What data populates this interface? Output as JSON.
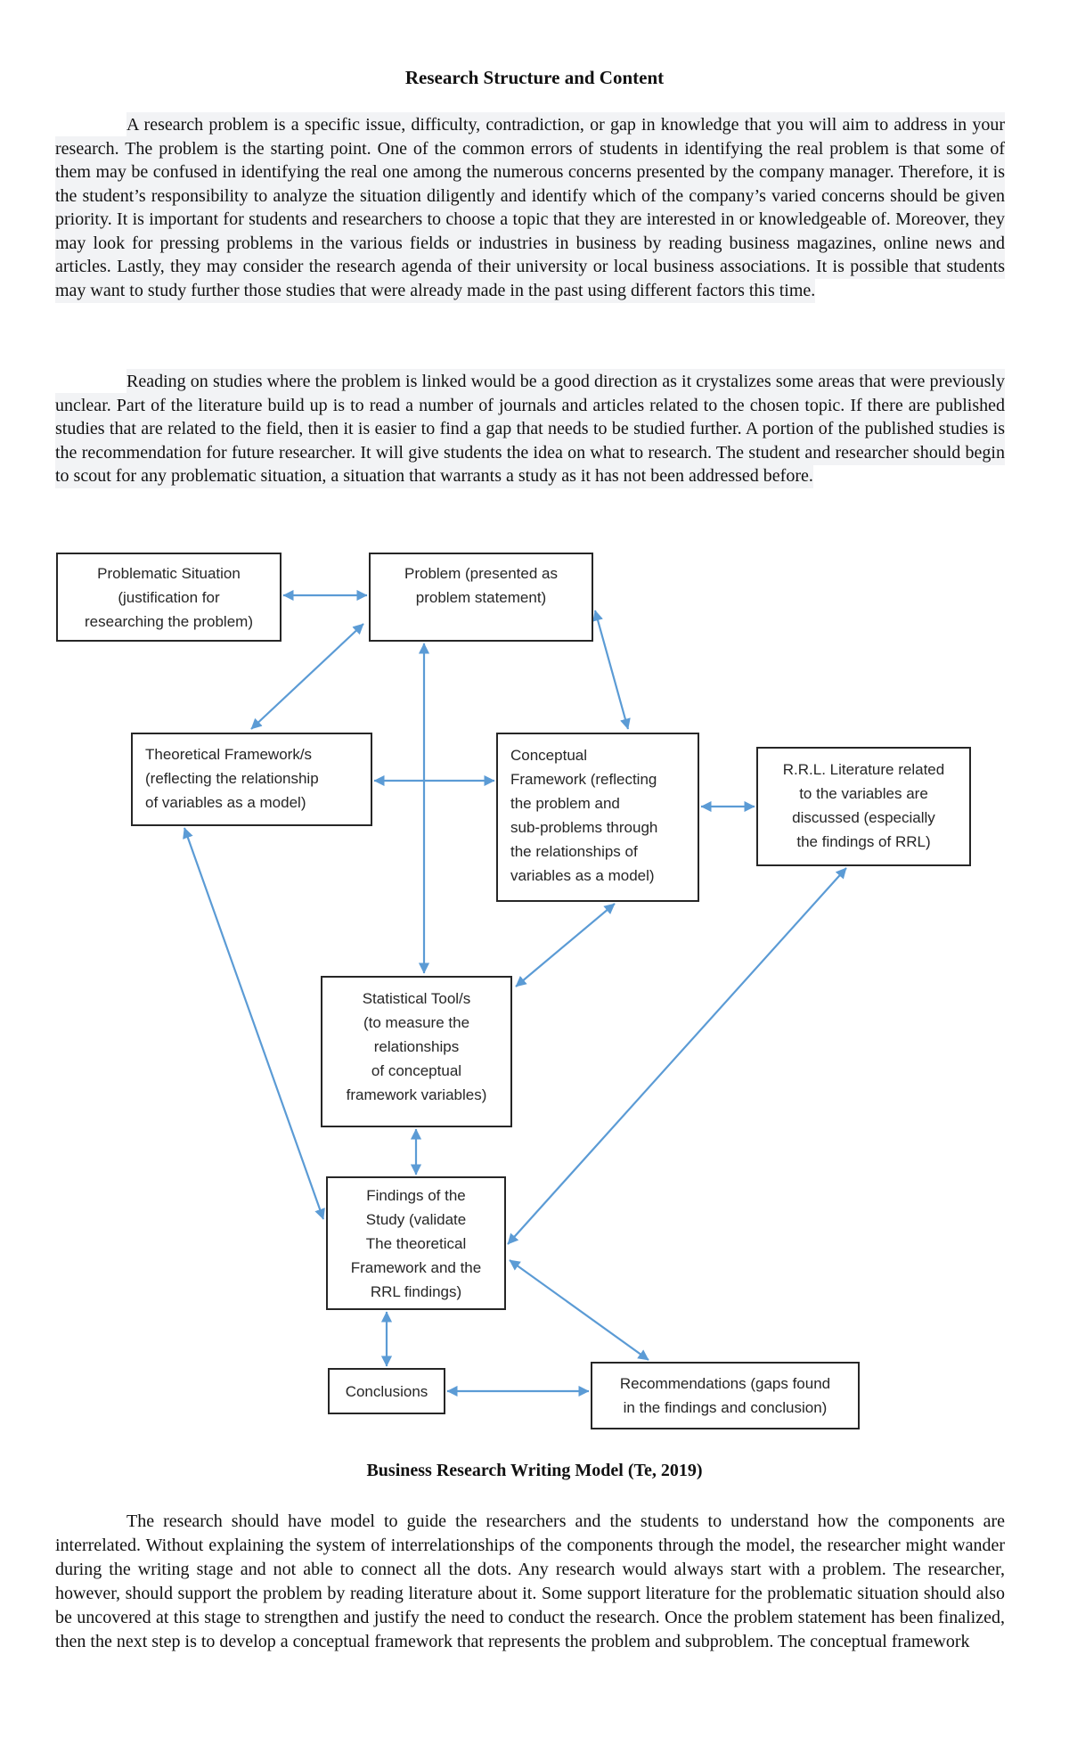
{
  "doc": {
    "title": "Research Structure and Content",
    "paragraphs": [
      "A research problem is a specific issue, difficulty, contradiction, or gap in knowledge that you will aim to address in your research. The problem is the starting point. One of the common errors of students in identifying the real problem is that some of them may be confused in identifying the real one among the numerous concerns presented by the company manager. Therefore, it is the student’s responsibility to analyze the situation diligently and identify which of the company’s varied concerns should be given priority. It is important for students and researchers to choose a topic that they are interested in or knowledgeable of. Moreover, they may look for pressing problems in the various fields or industries in business by reading business magazines, online news and articles. Lastly, they may consider the research agenda of their university or local business associations. It is possible that students may want to study further those studies that were already made in the past using different factors this time.",
      "Reading on studies where the problem is linked would be a good direction as it crystalizes some areas that were previously unclear. Part of the literature build up is to read a number of journals and articles related to the chosen topic. If there are published studies that are related to the field, then it is easier to find a gap that needs to be studied further. A portion of the published studies is the recommendation for future researcher. It will give students the idea on what to research. The student and researcher should begin to scout for any problematic situation, a situation that warrants a study as it has not been addressed before.",
      "The research should have model to guide the researchers and the students to understand how the components are interrelated. Without explaining the system of interrelationships of the components through the model, the researcher might wander during the writing stage and not able to connect all the dots. Any research would always start with a problem. The researcher, however, should support the problem by reading literature about it. Some support literature for the problematic situation should also be uncovered at this stage to strengthen and justify the need to conduct the research. Once the problem statement has been finalized, then the next step is to develop a conceptual framework that represents the problem and subproblem. The conceptual framework"
    ],
    "caption": "Business Research Writing Model (Te, 2019)"
  },
  "diagram": {
    "nodes": [
      {
        "id": "problematic-situation",
        "label": "Problematic Situation\n(justification for\nresearching the problem)"
      },
      {
        "id": "problem-statement",
        "label": "Problem (presented as\nproblem statement)"
      },
      {
        "id": "theoretical-framework",
        "label": "Theoretical Framework/s\n(reflecting the relationship\nof variables as a model)"
      },
      {
        "id": "conceptual-framework",
        "label": "Conceptual\nFramework (reflecting\nthe problem and\nsub-problems through\nthe relationships of\nvariables as a model)"
      },
      {
        "id": "rrl-literature",
        "label": "R.R.L. Literature related\nto the variables are\ndiscussed (especially\nthe findings of RRL)"
      },
      {
        "id": "statistical-tools",
        "label": "Statistical Tool/s\n(to measure the\nrelationships\nof conceptual\nframework variables)"
      },
      {
        "id": "findings",
        "label": "Findings of the\nStudy (validate\nThe theoretical\nFramework and the\nRRL findings)"
      },
      {
        "id": "conclusions",
        "label": "Conclusions"
      },
      {
        "id": "recommendations",
        "label": "Recommendations (gaps found\nin the findings and conclusion)"
      }
    ],
    "connections": [
      "problematic-situation <-> problem-statement",
      "problem-statement <-> theoretical-framework",
      "problem-statement <-> conceptual-framework",
      "problem-statement <-> statistical-tools",
      "theoretical-framework <-> conceptual-framework",
      "conceptual-framework <-> rrl-literature",
      "conceptual-framework <-> statistical-tools",
      "theoretical-framework <-> findings",
      "rrl-literature <-> findings",
      "statistical-tools <-> findings",
      "findings <-> conclusions",
      "findings <-> recommendations",
      "conclusions <-> recommendations"
    ]
  },
  "colors": {
    "arrow_blue": "#5B9BD5",
    "box_border": "#262626",
    "paragraph_highlight": "#f2f3f5",
    "text": "#111111",
    "page_background": "#ffffff"
  }
}
